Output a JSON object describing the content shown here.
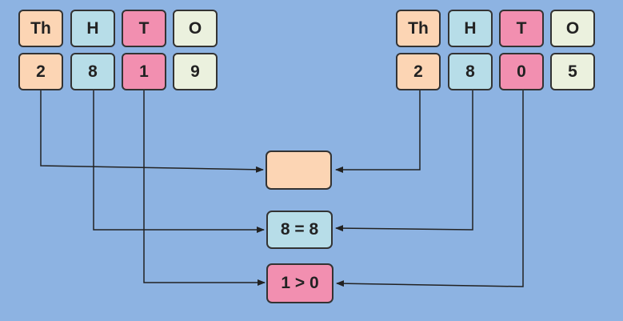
{
  "colors": {
    "background": "#8db3e2",
    "thousands": "#fcd5b4",
    "hundreds": "#b7dde8",
    "tens": "#f28fb0",
    "ones": "#ebf1de",
    "line": "#222222"
  },
  "left_number": {
    "headers": [
      "Th",
      "H",
      "T",
      "O"
    ],
    "digits": [
      "2",
      "8",
      "1",
      "9"
    ]
  },
  "right_number": {
    "headers": [
      "Th",
      "H",
      "T",
      "O"
    ],
    "digits": [
      "2",
      "8",
      "0",
      "5"
    ]
  },
  "comparisons": {
    "thousands": "",
    "hundreds": "8 = 8",
    "tens": "1 > 0"
  }
}
